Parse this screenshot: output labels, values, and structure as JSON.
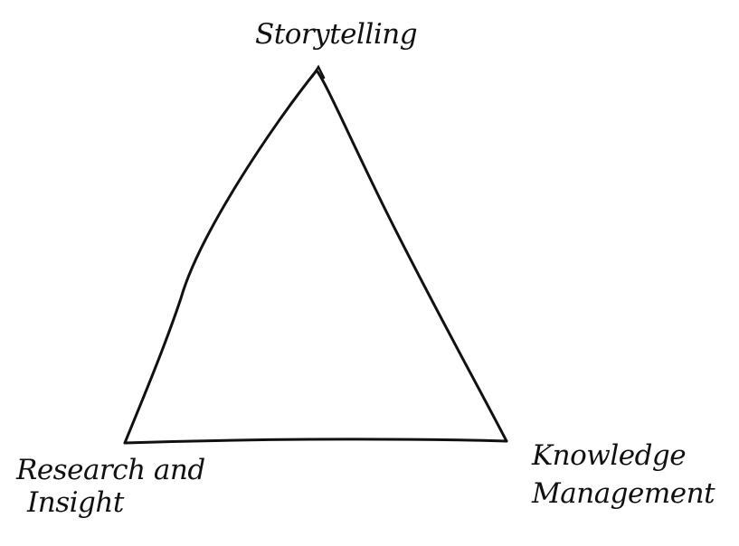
{
  "diagram": {
    "labels": {
      "top": "Storytelling",
      "bottom_left_line1": "Research and",
      "bottom_left_line2": "Insight",
      "bottom_right_line1": "Knowledge",
      "bottom_right_line2": "Management"
    },
    "colors": {
      "ink": "#111111",
      "background": "#ffffff"
    }
  }
}
